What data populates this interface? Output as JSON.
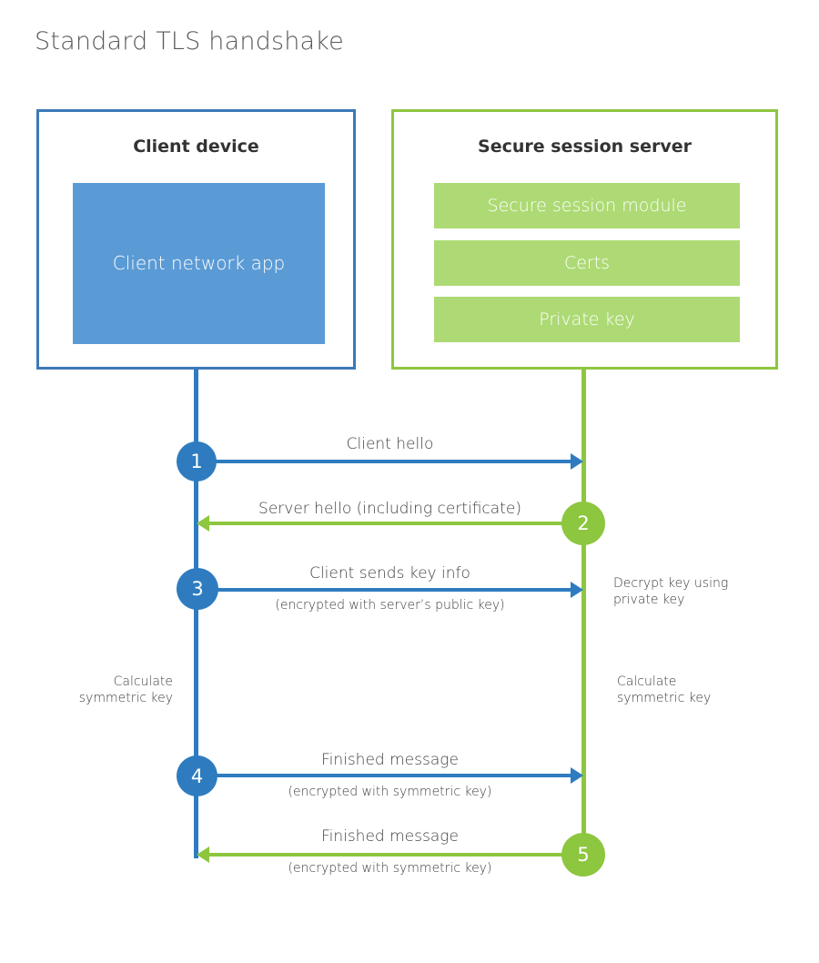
{
  "title": "Standard TLS handshake",
  "colors": {
    "client_accent": "#2e7cbf",
    "client_border": "#3b79b8",
    "client_block_fill": "#5b9bd5",
    "server_accent": "#8dc63f",
    "server_bar_fill": "#adda74",
    "text": "#404040",
    "title_text": "#58595b",
    "background": "#ffffff"
  },
  "participants": {
    "client": {
      "title": "Client device",
      "component": "Client network app"
    },
    "server": {
      "title": "Secure session server",
      "components": [
        "Secure session module",
        "Certs",
        "Private key"
      ]
    }
  },
  "steps": [
    {
      "number": "1",
      "direction": "client-to-server",
      "color": "blue",
      "label": "Client hello",
      "sublabel": ""
    },
    {
      "number": "2",
      "direction": "server-to-client",
      "color": "green",
      "label": "Server hello (including certificate)",
      "sublabel": ""
    },
    {
      "number": "3",
      "direction": "client-to-server",
      "color": "blue",
      "label": "Client sends key info",
      "sublabel": "(encrypted with server’s public key)"
    },
    {
      "number": "4",
      "direction": "client-to-server",
      "color": "blue",
      "label": "Finished message",
      "sublabel": "(encrypted with symmetric key)"
    },
    {
      "number": "5",
      "direction": "server-to-client",
      "color": "green",
      "label": "Finished message",
      "sublabel": "(encrypted with symmetric key)"
    }
  ],
  "annotations": {
    "server_decrypt": "Decrypt key using\nprivate key",
    "client_calculate": "Calculate\nsymmetric key",
    "server_calculate": "Calculate\nsymmetric key"
  }
}
